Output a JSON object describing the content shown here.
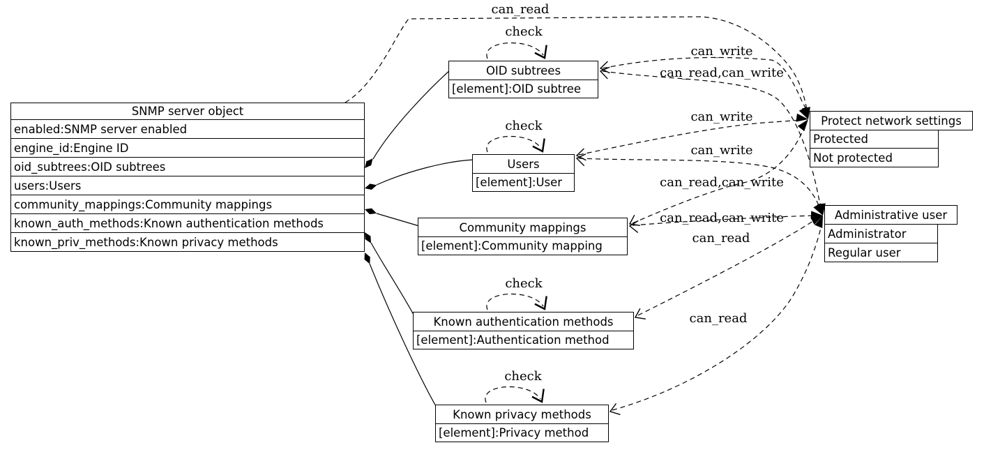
{
  "nodes": {
    "snmp_server": {
      "title": "SNMP server object",
      "rows": [
        "enabled:SNMP server enabled",
        "engine_id:Engine ID",
        "oid_subtrees:OID subtrees",
        "users:Users",
        "community_mappings:Community mappings",
        "known_auth_methods:Known authentication methods",
        "known_priv_methods:Known privacy methods"
      ]
    },
    "oid_subtrees": {
      "title": "OID subtrees",
      "rows": [
        "[element]:OID subtree"
      ]
    },
    "users": {
      "title": "Users",
      "rows": [
        "[element]:User"
      ]
    },
    "community_mappings": {
      "title": "Community mappings",
      "rows": [
        "[element]:Community mapping"
      ]
    },
    "known_auth_methods": {
      "title": "Known authentication methods",
      "rows": [
        "[element]:Authentication method"
      ]
    },
    "known_priv_methods": {
      "title": "Known privacy methods",
      "rows": [
        "[element]:Privacy method"
      ]
    },
    "protect_network_settings": {
      "title": "Protect network settings",
      "rows": [
        "Protected",
        "Not protected"
      ]
    },
    "administrative_user": {
      "title": "Administrative user",
      "rows": [
        "Administrator",
        "Regular user"
      ]
    }
  },
  "edge_labels": {
    "snmp_to_protect": "can_read",
    "check_oid_subtrees": "check",
    "check_users": "check",
    "check_known_auth": "check",
    "check_known_priv": "check",
    "oid_to_protect": "can_write",
    "oid_to_admin": "can_read,can_write",
    "users_to_protect": "can_write",
    "users_to_admin": "can_write",
    "community_to_protect": "can_read,can_write",
    "community_to_admin": "can_read,can_write",
    "known_auth_to_admin": "can_read",
    "known_priv_to_admin": "can_read"
  },
  "colors": {
    "line": "#000000",
    "node_fill": "#ffffff",
    "background": "#ffffff"
  }
}
